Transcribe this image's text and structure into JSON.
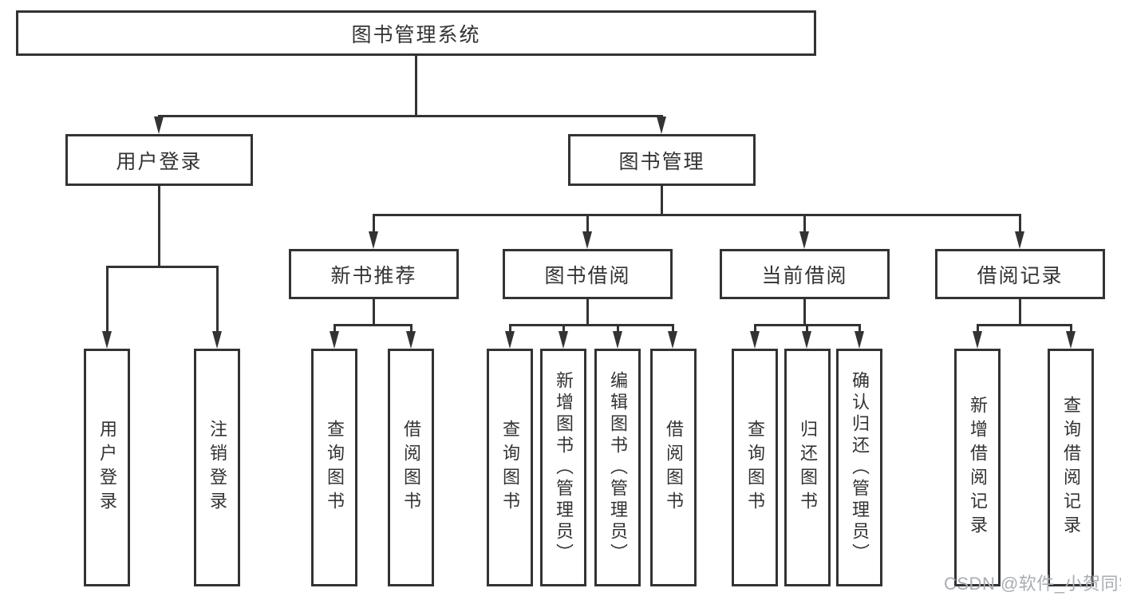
{
  "diagram": {
    "title": "图书管理系统",
    "branches": [
      {
        "label": "用户登录",
        "children": [
          "用户登录",
          "注销登录"
        ]
      },
      {
        "label": "图书管理",
        "groups": [
          {
            "label": "新书推荐",
            "children": [
              "查询图书",
              "借阅图书"
            ]
          },
          {
            "label": "图书借阅",
            "children": [
              "查询图书",
              "新增图书（管理员）",
              "编辑图书（管理员）",
              "借阅图书"
            ]
          },
          {
            "label": "当前借阅",
            "children": [
              "查询图书",
              "归还图书",
              "确认归还（管理员）"
            ]
          },
          {
            "label": "借阅记录",
            "children": [
              "新增借阅记录",
              "查询借阅记录"
            ]
          }
        ]
      }
    ]
  },
  "watermark": {
    "text": "CSDN @软件_小贺同学"
  },
  "colors": {
    "line": "#333333",
    "text": "#333333",
    "background": "#ffffff",
    "watermark": "#a9adb2"
  }
}
